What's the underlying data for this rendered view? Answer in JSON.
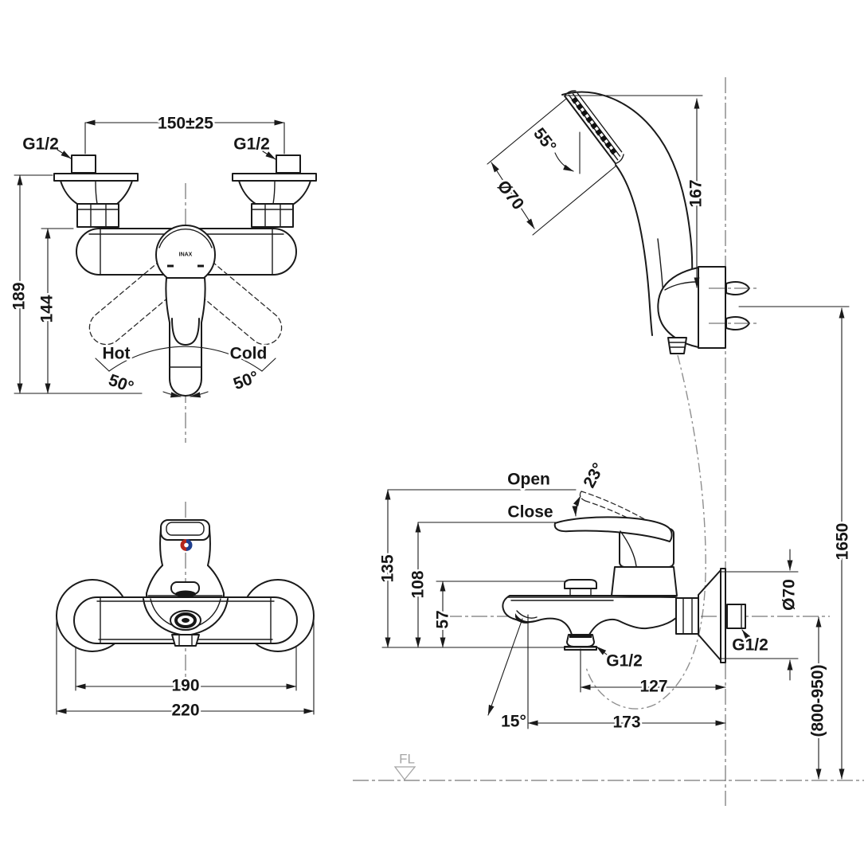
{
  "drawing": {
    "front_view": {
      "width_pitch": "150±25",
      "thread_left": "G1/2",
      "thread_right": "G1/2",
      "height_total": "189",
      "height_body": "144",
      "label_hot": "Hot",
      "label_cold": "Cold",
      "swing_angle_left": "50°",
      "swing_angle_right": "50°",
      "brand": "INAX"
    },
    "hand_shower": {
      "head_angle": "55°",
      "head_diameter": "Ø70",
      "head_length": "167"
    },
    "bottom_view": {
      "body_width": "190",
      "overall_width": "220"
    },
    "side_view": {
      "label_open": "Open",
      "label_close": "Close",
      "lever_angle": "23°",
      "open_height": "135",
      "close_height": "108",
      "knob_height": "57",
      "outlet_thread": "G1/2",
      "wall_thread": "G1/2",
      "flange_diameter": "Ø70",
      "outlet_to_wall": "127",
      "spout_to_wall": "173",
      "spout_angle": "15°",
      "install_height_range": "(800-950)",
      "overall_height": "1650",
      "floor_label": "FL"
    },
    "colors": {
      "line": "#1a1a1a",
      "hot_indicator": "#b5271d",
      "cold_indicator": "#1f3f8f",
      "muted": "#a5a5a5"
    }
  }
}
